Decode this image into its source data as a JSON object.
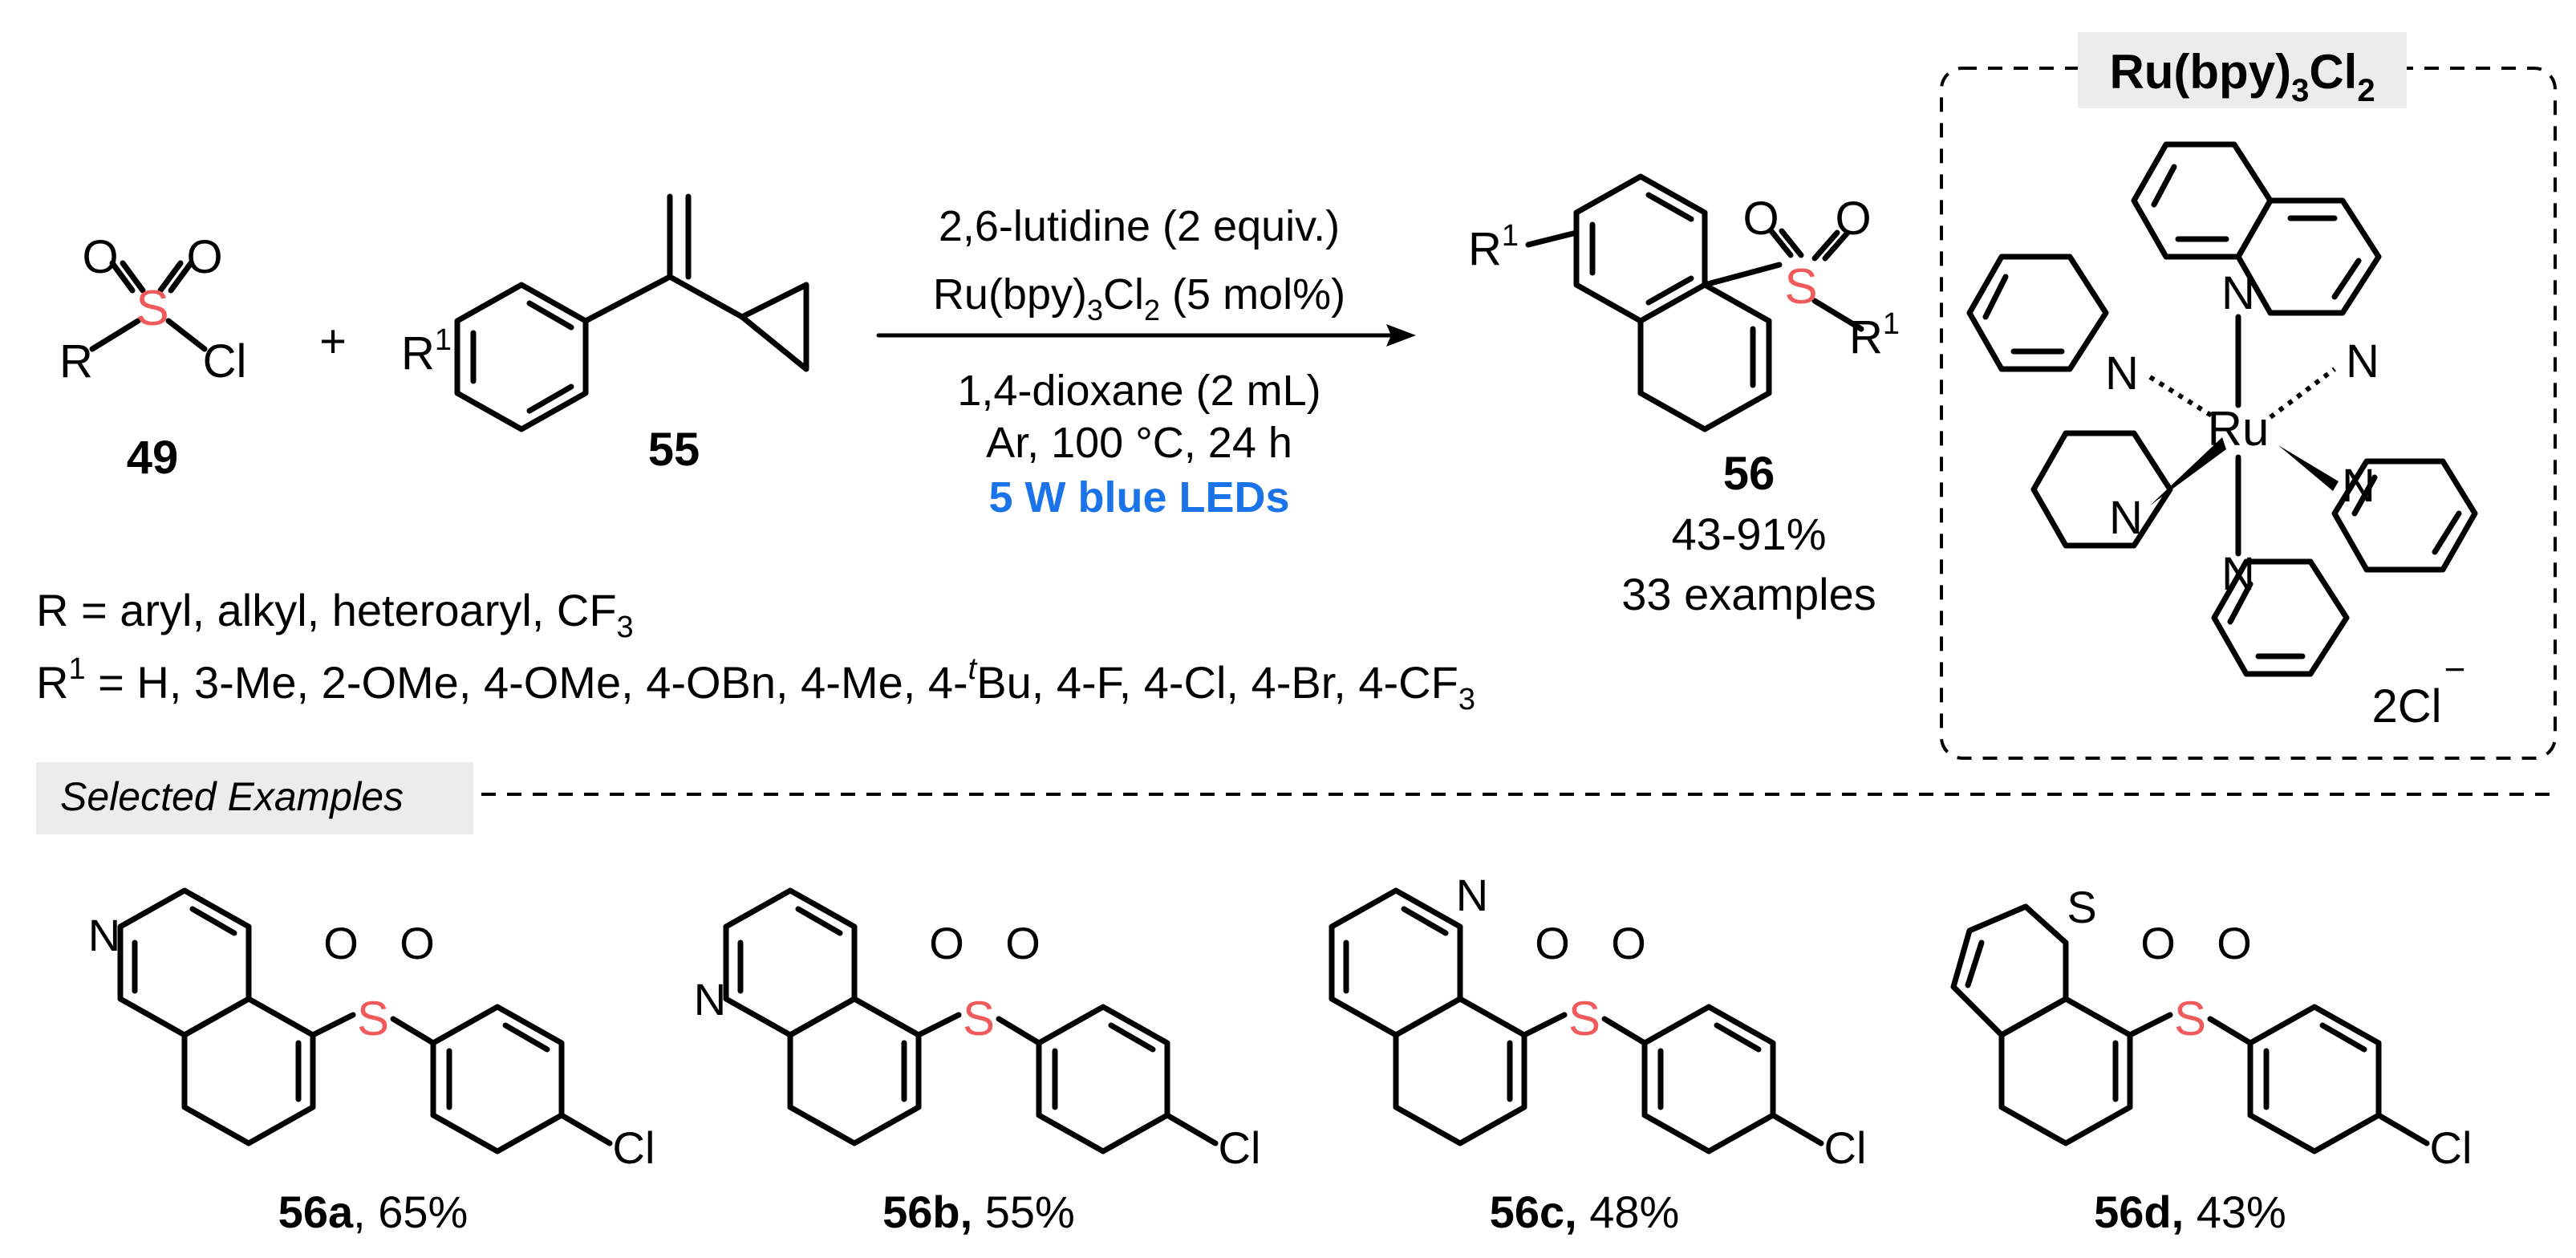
{
  "reagents": {
    "line1": "2,6-lutidine (2 equiv.)",
    "line2_a": "Ru(bpy)",
    "line2_sub": "3",
    "line2_b": "Cl",
    "line2_sub2": "2",
    "line2_c": " (5 mol%)",
    "line3": "1,4-dioxane (2 mL)",
    "line4": "Ar, 100 °C, 24 h",
    "line5": "5 W blue LEDs",
    "line5_color": "#1a73e8"
  },
  "atoms": {
    "S": "S",
    "O": "O",
    "Cl": "Cl",
    "R": "R",
    "R1": "R",
    "sup1": "1",
    "N": "N",
    "Ru": "Ru",
    "plus": "+"
  },
  "compounds": {
    "c49": "49",
    "c55": "55",
    "c56": "56",
    "yield": "43-91%",
    "examples": "33 examples"
  },
  "scope": {
    "r_line_a": "R = aryl, alkyl, heteroaryl, CF",
    "r_line_sub": "3",
    "r1_line_a": "R",
    "r1_sup": "1",
    "r1_line_b": " = H, 3-Me, 2-OMe, 4-OMe, 4-OBn, 4-Me, 4-",
    "r1_t": "t",
    "r1_line_c": "Bu, 4-F, 4-Cl, 4-Br, 4-CF",
    "r1_sub": "3"
  },
  "catalyst": {
    "title_a": "Ru(bpy)",
    "title_sub": "3",
    "title_b": "Cl",
    "title_sub2": "2",
    "counterion": "2Cl",
    "charge": "−"
  },
  "selected": {
    "header": "Selected Examples",
    "items": [
      {
        "id": "56a",
        "sep": ", ",
        "yield": "65%"
      },
      {
        "id": "56b,",
        "sep": " ",
        "yield": "55%"
      },
      {
        "id": "56c,",
        "sep": " ",
        "yield": "48%"
      },
      {
        "id": "56d,",
        "sep": " ",
        "yield": "43%"
      }
    ]
  },
  "colors": {
    "sulfur": "#f05a5a",
    "blue_text": "#1a73e8",
    "header_bg": "#ececec"
  }
}
